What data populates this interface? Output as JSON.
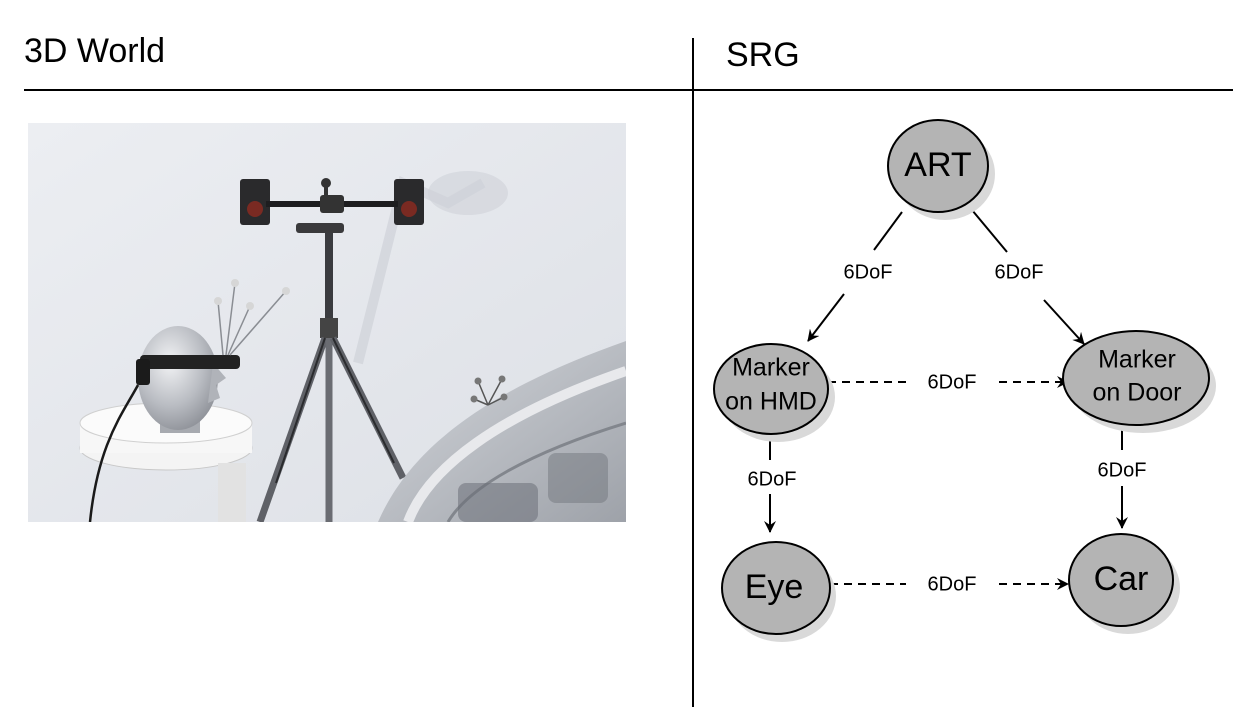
{
  "left_panel": {
    "title": "3D World"
  },
  "right_panel": {
    "title": "SRG"
  },
  "graph": {
    "nodes": {
      "art": {
        "lines": [
          "ART"
        ]
      },
      "marker_hmd": {
        "lines": [
          "Marker",
          "on HMD"
        ]
      },
      "marker_door": {
        "lines": [
          "Marker",
          "on Door"
        ]
      },
      "eye": {
        "lines": [
          "Eye"
        ]
      },
      "car": {
        "lines": [
          "Car"
        ]
      }
    },
    "edges": {
      "art_to_hmd": "6DoF",
      "art_to_door": "6DoF",
      "hmd_to_door": "6DoF",
      "hmd_to_eye": "6DoF",
      "door_to_car": "6DoF",
      "eye_to_car": "6DoF"
    }
  },
  "colors": {
    "node_fill": "#b4b4b4",
    "node_shadow": "#d9d9d9",
    "stroke": "#000000"
  }
}
